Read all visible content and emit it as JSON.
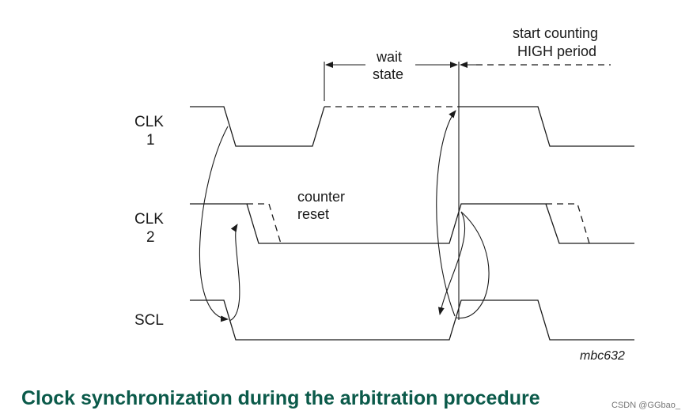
{
  "signals": {
    "clk1": [
      "CLK",
      "1"
    ],
    "clk2": [
      "CLK",
      "2"
    ],
    "scl": "SCL"
  },
  "annotations": {
    "wait_state": [
      "wait",
      "state"
    ],
    "counter_reset": [
      "counter",
      "reset"
    ],
    "start_counting": [
      "start counting",
      "HIGH period"
    ]
  },
  "figure_ref": "mbc632",
  "caption": "Clock synchronization during the arbitration procedure",
  "watermark": "CSDN @GGbao_",
  "colors": {
    "caption": "#0b5a4a",
    "ink": "#1a1a1a"
  }
}
